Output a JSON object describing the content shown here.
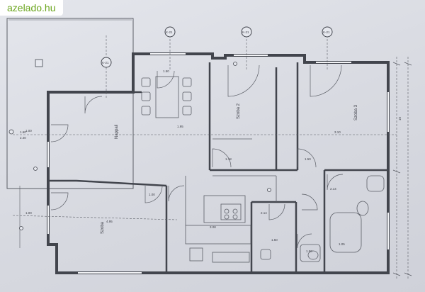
{
  "watermark": {
    "text": "azelado.hu",
    "color": "#6aa51c"
  },
  "colors": {
    "paper": "#dcdee5",
    "wall": "#42454d",
    "line": "#5b5e66"
  },
  "markers": [
    "K-21",
    "K-21",
    "K-21",
    "K-21"
  ],
  "rooms": [
    {
      "id": "Szoba 2",
      "area": ""
    },
    {
      "id": "Szoba 3",
      "area": ""
    },
    {
      "id": "Nappali",
      "area": ""
    },
    {
      "id": "Szoba",
      "area": ""
    }
  ],
  "dimensions": {
    "d1": "3.10",
    "d2": "1.95",
    "d3": "4.95",
    "d4": "3.08",
    "d5": "1.50",
    "d6": "1.00",
    "d7": "1.00",
    "d8": "2.14",
    "d9": "1.50",
    "d10": "1.05",
    "d11": "1.60",
    "d12": "2.40",
    "d13": "10",
    "d14": "1.00",
    "d15": "1.18",
    "d16": "1.50",
    "d17": "2.14",
    "d18": "1.50"
  }
}
